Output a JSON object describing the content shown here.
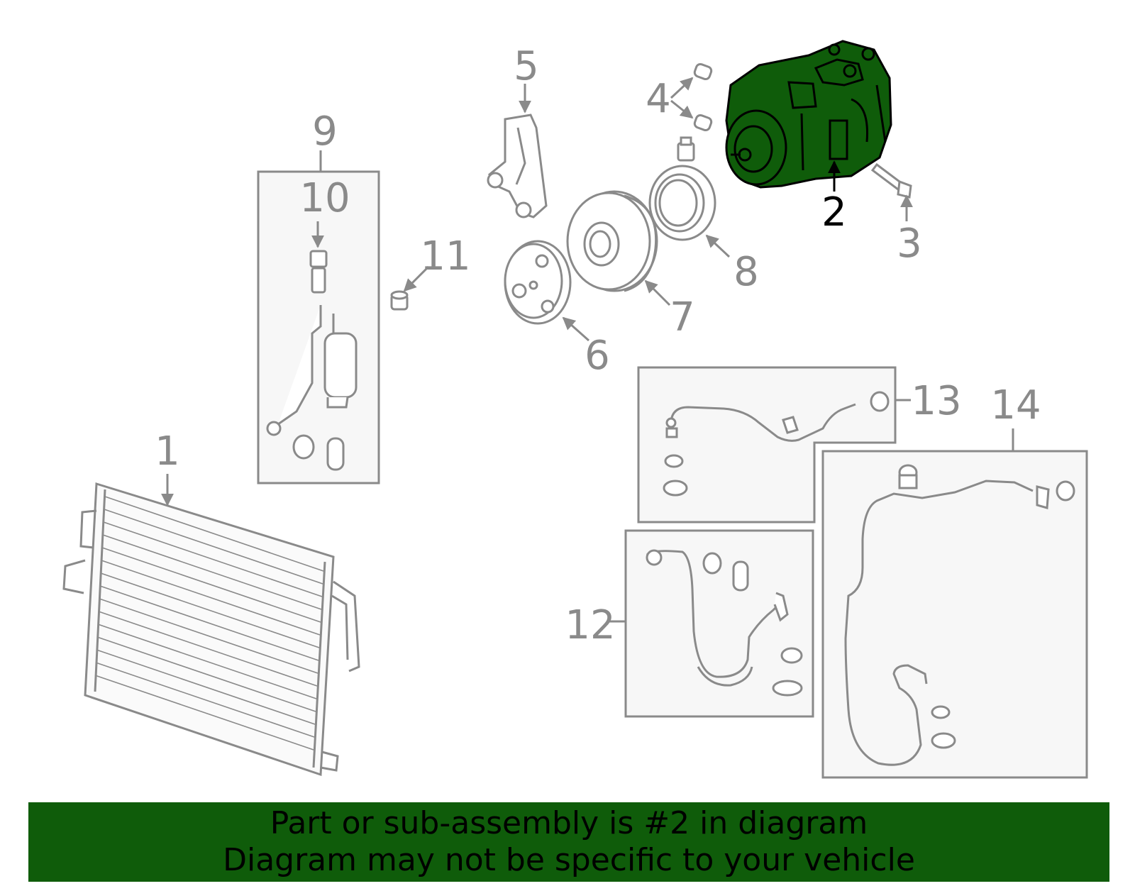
{
  "colors": {
    "highlight_fill": "#0f5c0a",
    "line_gray": "#8a8a8a",
    "panel_fill": "#f7f7f7",
    "banner_bg": "#0f5c0a",
    "banner_text": "#000000"
  },
  "callouts": {
    "c1": "1",
    "c2": "2",
    "c3": "3",
    "c4": "4",
    "c5": "5",
    "c6": "6",
    "c7": "7",
    "c8": "8",
    "c9": "9",
    "c10": "10",
    "c11": "11",
    "c12": "12",
    "c13": "13",
    "c14": "14"
  },
  "highlighted_part": "2",
  "banner": {
    "line1": "Part or sub-assembly is #2 in diagram",
    "line2": "Diagram may not be specific to your vehicle"
  }
}
